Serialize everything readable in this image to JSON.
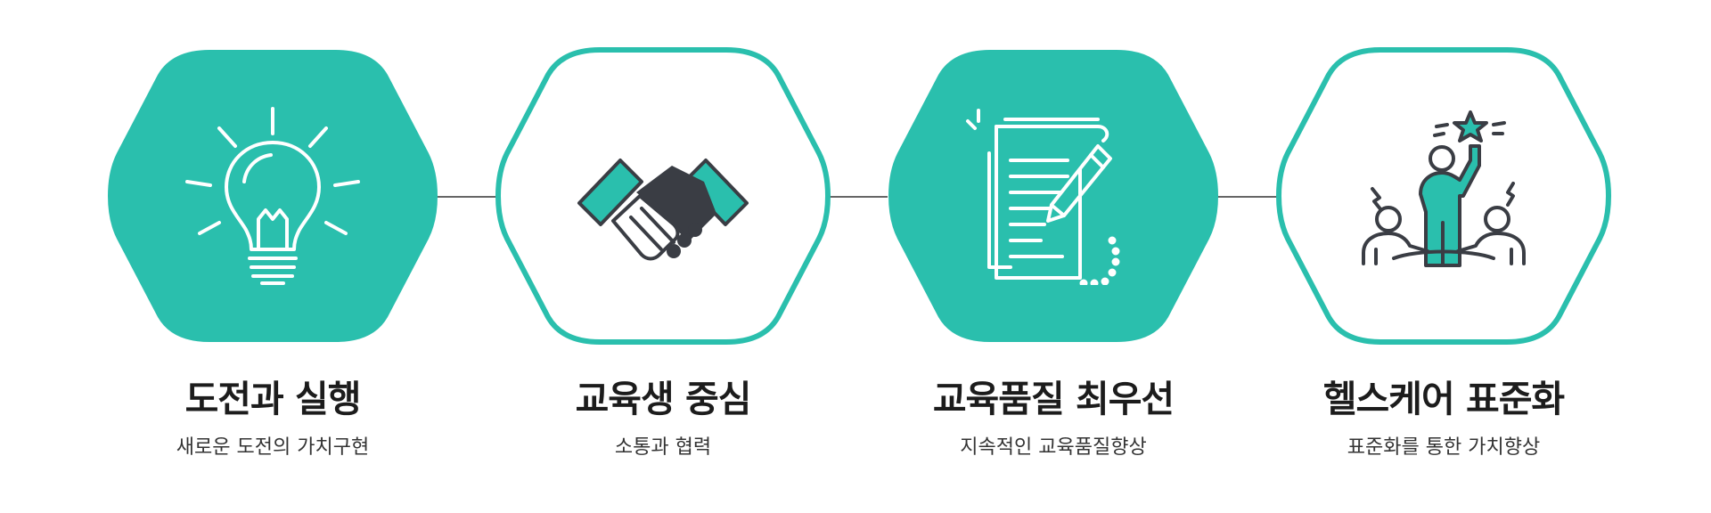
{
  "colors": {
    "accent": "#2abfad",
    "dark": "#3a3d44",
    "line": "#666666"
  },
  "values": [
    {
      "title": "도전과 실행",
      "subtitle": "새로운 도전의 가치구현",
      "icon": "lightbulb-icon",
      "style": "filled"
    },
    {
      "title": "교육생 중심",
      "subtitle": "소통과 협력",
      "icon": "handshake-icon",
      "style": "outline"
    },
    {
      "title": "교육품질 최우선",
      "subtitle": "지속적인 교육품질향상",
      "icon": "document-pencil-icon",
      "style": "filled"
    },
    {
      "title": "헬스케어 표준화",
      "subtitle": "표준화를 통한 가치향상",
      "icon": "team-leader-icon",
      "style": "outline"
    }
  ]
}
